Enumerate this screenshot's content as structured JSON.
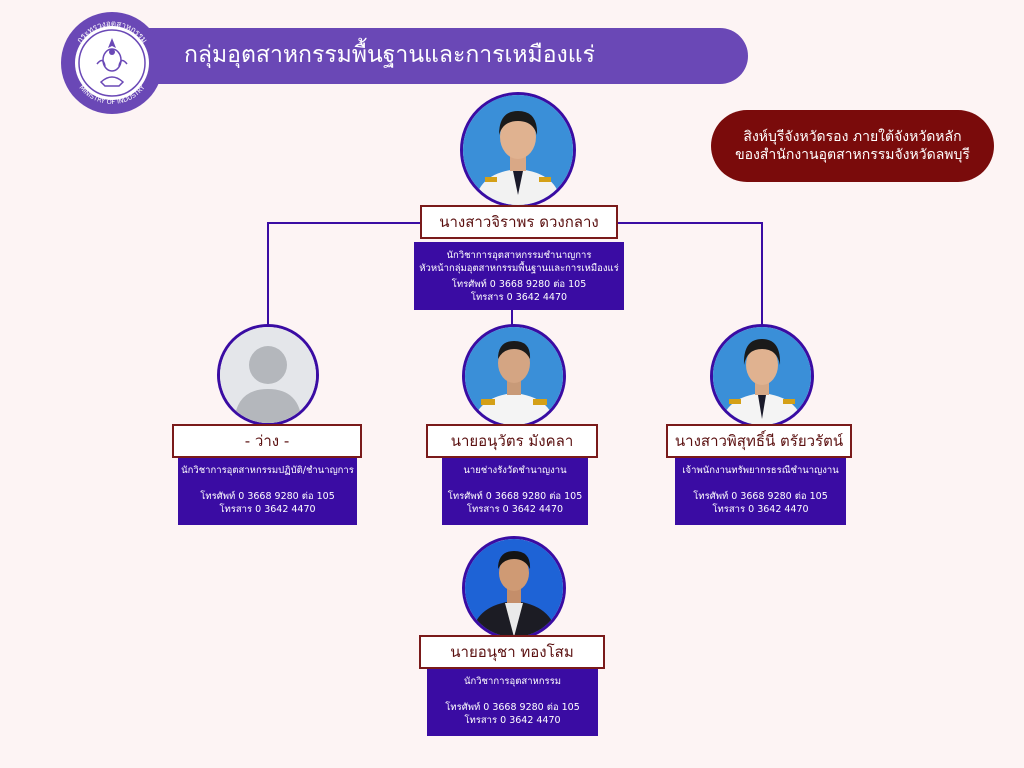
{
  "header": {
    "title": "กลุ่มอุตสาหกรรมพื้นฐานและการเหมืองแร่",
    "logo_top_text": "กระทรวงอุตสาหกรรม",
    "logo_bottom_text": "MINISTRY OF INDUSTRY"
  },
  "note": {
    "line1": "สิงห์บุรีจังหวัดรอง ภายใต้จังหวัดหลัก",
    "line2": "ของสำนักงานอุตสาหกรรมจังหวัดลพบุรี"
  },
  "colors": {
    "accent": "#3a0ca3",
    "header": "#6a48b6",
    "note": "#7a0b0b",
    "name_border": "#7a1a1a"
  },
  "staff": {
    "head": {
      "name": "นางสาวจิราพร ดวงกลาง",
      "title1": "นักวิชาการอุตสาหกรรมชำนาญการ",
      "title2": "หัวหน้ากลุ่มอุตสาหกรรมพื้นฐานและการเหมืองแร่",
      "phone": "โทรศัพท์ 0 3668 9280 ต่อ 105",
      "fax": "โทรสาร 0 3642 4470"
    },
    "left": {
      "name": "- ว่าง -",
      "title1": "นักวิชาการอุตสาหกรรมปฏิบัติ/ชำนาญการ",
      "phone": "โทรศัพท์ 0 3668 9280 ต่อ 105",
      "fax": "โทรสาร 0 3642 4470"
    },
    "center": {
      "name": "นายอนุวัตร มังคลา",
      "title1": "นายช่างรังวัดชำนาญงาน",
      "phone": "โทรศัพท์ 0 3668 9280 ต่อ 105",
      "fax": "โทรสาร 0 3642 4470"
    },
    "right": {
      "name": "นางสาวพิสุทธิ์นี ตรัยวรัตน์",
      "title1": "เจ้าพนักงานทรัพยากรธรณีชำนาญงาน",
      "phone": "โทรศัพท์ 0 3668 9280 ต่อ 105",
      "fax": "โทรสาร 0 3642 4470"
    },
    "bottom": {
      "name": "นายอนุชา ทองโสม",
      "title1": "นักวิชาการอุตสาหกรรม",
      "phone": "โทรศัพท์ 0 3668 9280 ต่อ 105",
      "fax": "โทรสาร 0 3642 4470"
    }
  }
}
